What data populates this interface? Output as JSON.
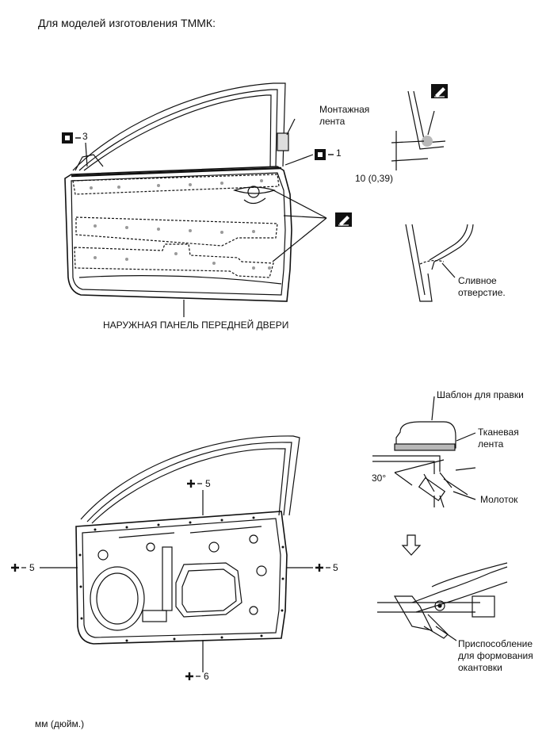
{
  "title": "Для моделей изготовления ТММК:",
  "top_diagram": {
    "panel_label": "НАРУЖНАЯ ПАНЕЛЬ ПЕРЕДНЕЙ ДВЕРИ",
    "callout_3": "3",
    "callout_1": "1",
    "mount_tape": "Монтажная\nлента",
    "dimension": "10 (0,39)",
    "drain_hole": "Сливное\nотверстие."
  },
  "bottom_diagram": {
    "weld_top": "5",
    "weld_left": "5",
    "weld_right": "5",
    "weld_bottom": "6",
    "template": "Шаблон для правки",
    "cloth_tape": "Тканевая\nлента",
    "angle": "30°",
    "hammer": "Молоток",
    "hemming_tool": "Приспособление\nдля формования\nокантовки"
  },
  "units": "мм (дюйм.)",
  "colors": {
    "line": "#111111",
    "dot": "#9a9a9a",
    "fill_seal": "#b8b8b8"
  },
  "icons": [
    "sealer-icon",
    "bolt-icon",
    "weld-plus-icon",
    "down-arrow-icon"
  ]
}
